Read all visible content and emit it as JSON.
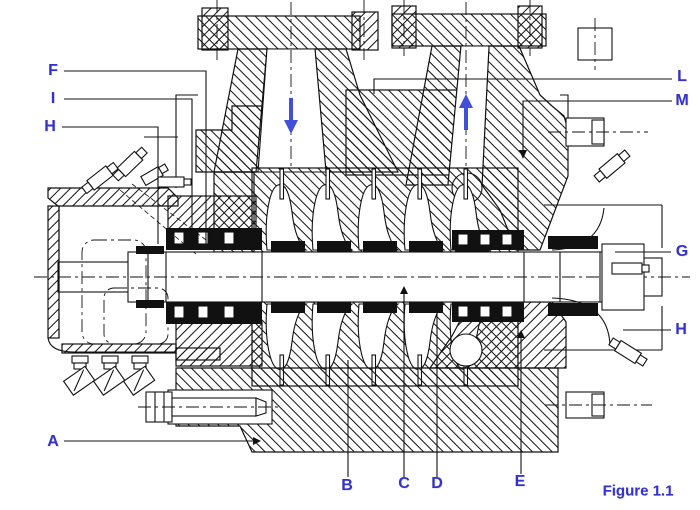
{
  "figure": {
    "caption": "Figure 1.1"
  },
  "callouts": {
    "A": "A",
    "B": "B",
    "C": "C",
    "D": "D",
    "E": "E",
    "F": "F",
    "G": "G",
    "H": "H",
    "I": "I",
    "L": "L",
    "M": "M"
  },
  "flow_arrows": [
    {
      "name": "suction-flow-arrow",
      "direction": "down"
    },
    {
      "name": "discharge-flow-arrow",
      "direction": "up"
    }
  ],
  "colors": {
    "callout_text": "#3333cc",
    "flow_arrow": "#4150d8",
    "line_art": "#111111",
    "background": "#ffffff"
  }
}
